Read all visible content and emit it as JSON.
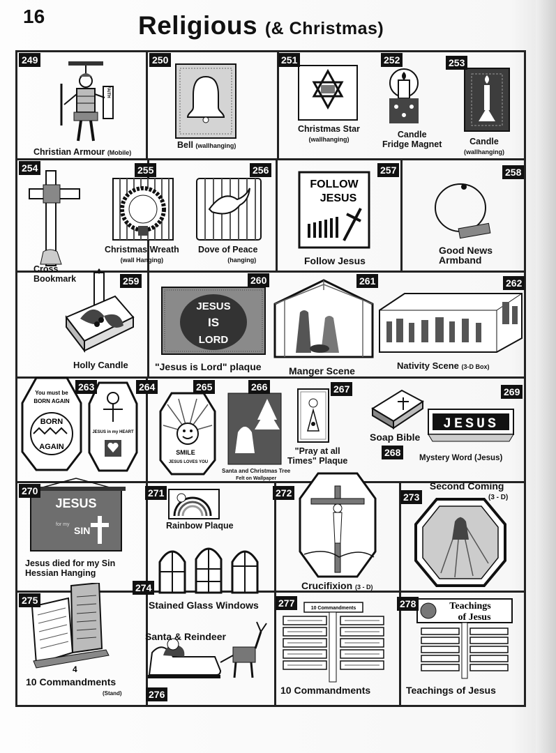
{
  "page": {
    "number": "16",
    "title": "Religious",
    "subtitle": "(& Christmas)"
  },
  "items": [
    {
      "num": "249",
      "name": "Christian Armour",
      "note": "(Mobile)"
    },
    {
      "num": "250",
      "name": "Bell",
      "note": "(wallhanging)"
    },
    {
      "num": "251",
      "name": "Christmas Star",
      "note": "(wallhanging)"
    },
    {
      "num": "252",
      "name": "Candle",
      "note": "Fridge Magnet"
    },
    {
      "num": "253",
      "name": "Candle",
      "note": "(wallhanging)"
    },
    {
      "num": "254",
      "name": "Cross",
      "note": "Bookmark"
    },
    {
      "num": "255",
      "name": "Christmas Wreath",
      "note": "(wall Hanging)"
    },
    {
      "num": "256",
      "name": "Dove of Peace",
      "note": "(hanging)"
    },
    {
      "num": "257",
      "name": "Follow Jesus",
      "note": ""
    },
    {
      "num": "258",
      "name": "Good News",
      "note": "Armband"
    },
    {
      "num": "259",
      "name": "Holly Candle",
      "note": ""
    },
    {
      "num": "260",
      "name": "\"Jesus is Lord\" plaque",
      "note": ""
    },
    {
      "num": "261",
      "name": "Manger Scene",
      "note": ""
    },
    {
      "num": "262",
      "name": "Nativity Scene",
      "note": "(3-D Box)"
    },
    {
      "num": "263",
      "name": "",
      "note": ""
    },
    {
      "num": "264",
      "name": "",
      "note": ""
    },
    {
      "num": "265",
      "name": "",
      "note": ""
    },
    {
      "num": "266",
      "name": "Santa and Christmas Tree",
      "note": "Felt on Wallpaper"
    },
    {
      "num": "267",
      "name": "\"Pray at all",
      "note": "Times\" Plaque"
    },
    {
      "num": "268",
      "name": "Soap Bible",
      "note": ""
    },
    {
      "num": "269",
      "name": "Mystery Word (Jesus)",
      "note": ""
    },
    {
      "num": "270",
      "name": "Jesus died for my Sin",
      "note": "Hessian Hanging"
    },
    {
      "num": "271",
      "name": "Rainbow Plaque",
      "note": ""
    },
    {
      "num": "272",
      "name": "Crucifixion",
      "note": "(3 - D)"
    },
    {
      "num": "273",
      "name": "Second Coming",
      "note": "(3 - D)"
    },
    {
      "num": "274",
      "name": "Stained Glass Windows",
      "note": ""
    },
    {
      "num": "275",
      "name": "10 Commandments",
      "note": "(Stand)"
    },
    {
      "num": "276",
      "name": "Santa & Reindeer",
      "note": ""
    },
    {
      "num": "277",
      "name": "10 Commandments",
      "note": ""
    },
    {
      "num": "278",
      "name": "Teachings of Jesus",
      "note": ""
    }
  ],
  "art_text": {
    "faith": "FAITH",
    "follow": "FOLLOW",
    "jesus_caps": "JESUS",
    "is": "IS",
    "lord": "LORD",
    "born_top": "You must be",
    "born_mid": "BORN AGAIN",
    "born_word1": "BORN",
    "born_word2": "AGAIN",
    "heart": "JESUS in my HEART",
    "smile": "SMILE",
    "loves": "JESUS LOVES YOU",
    "sin": "SIN",
    "for_my": "for my",
    "ten_cmd": "10 Commandments",
    "teachings1": "Teachings",
    "teachings2": "of Jesus",
    "four": "4"
  }
}
